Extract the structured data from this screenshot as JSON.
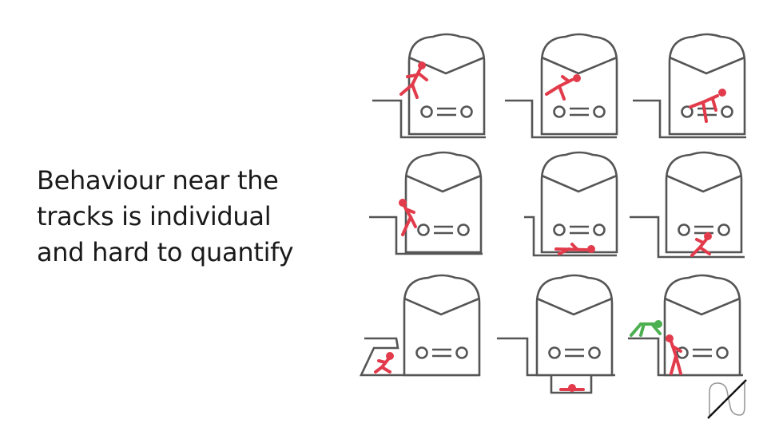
{
  "headline": {
    "lines": [
      "Behaviour near the",
      "tracks is individual",
      "and hard to quantify"
    ]
  },
  "colors": {
    "background": "#ffffff",
    "outline": "#555555",
    "figure": "#e23b4b",
    "figure_alt": "#4caf50",
    "text": "#1a1a1a"
  },
  "icons": {
    "panel": "train-front-icon",
    "figure": "stick-figure-icon",
    "logo": "brand-logo-icon"
  }
}
